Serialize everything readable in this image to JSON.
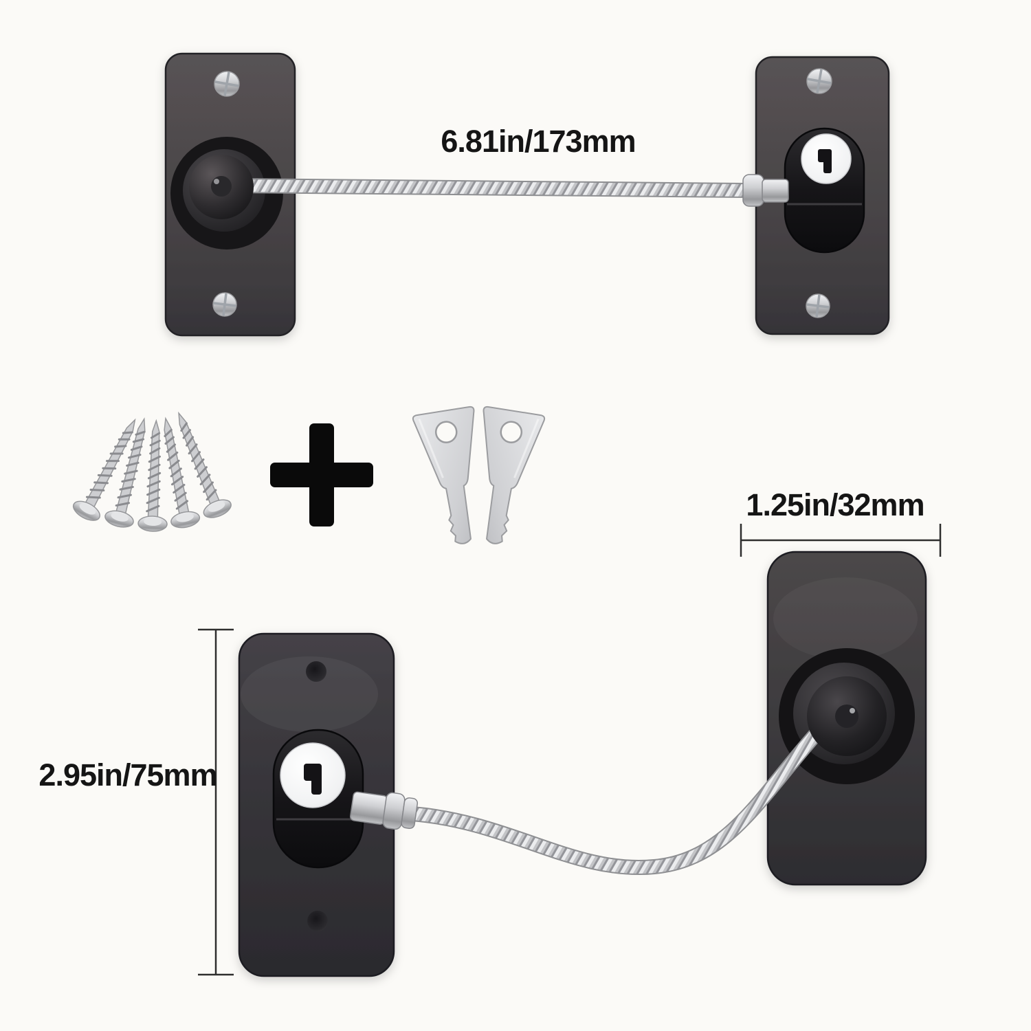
{
  "annotations": {
    "cable_length": "6.81in/173mm",
    "plate_width": "1.25in/32mm",
    "plate_height": "2.95in/75mm"
  },
  "kit": {
    "screw_count": 5,
    "key_count": 2
  },
  "colors": {
    "background": "#fbfaf7",
    "plate_gray": "#4b4749",
    "plate_dark": "#37353a",
    "lock_body_black": "#141316",
    "metal_silver": "#cfd0d3",
    "cable_silver": "#c3c4c7",
    "keyhole_face_white": "#f4f5f6",
    "plus_symbol_black": "#0a0a0a",
    "dimension_line": "#2e2e2e",
    "label_text": "#151515"
  }
}
